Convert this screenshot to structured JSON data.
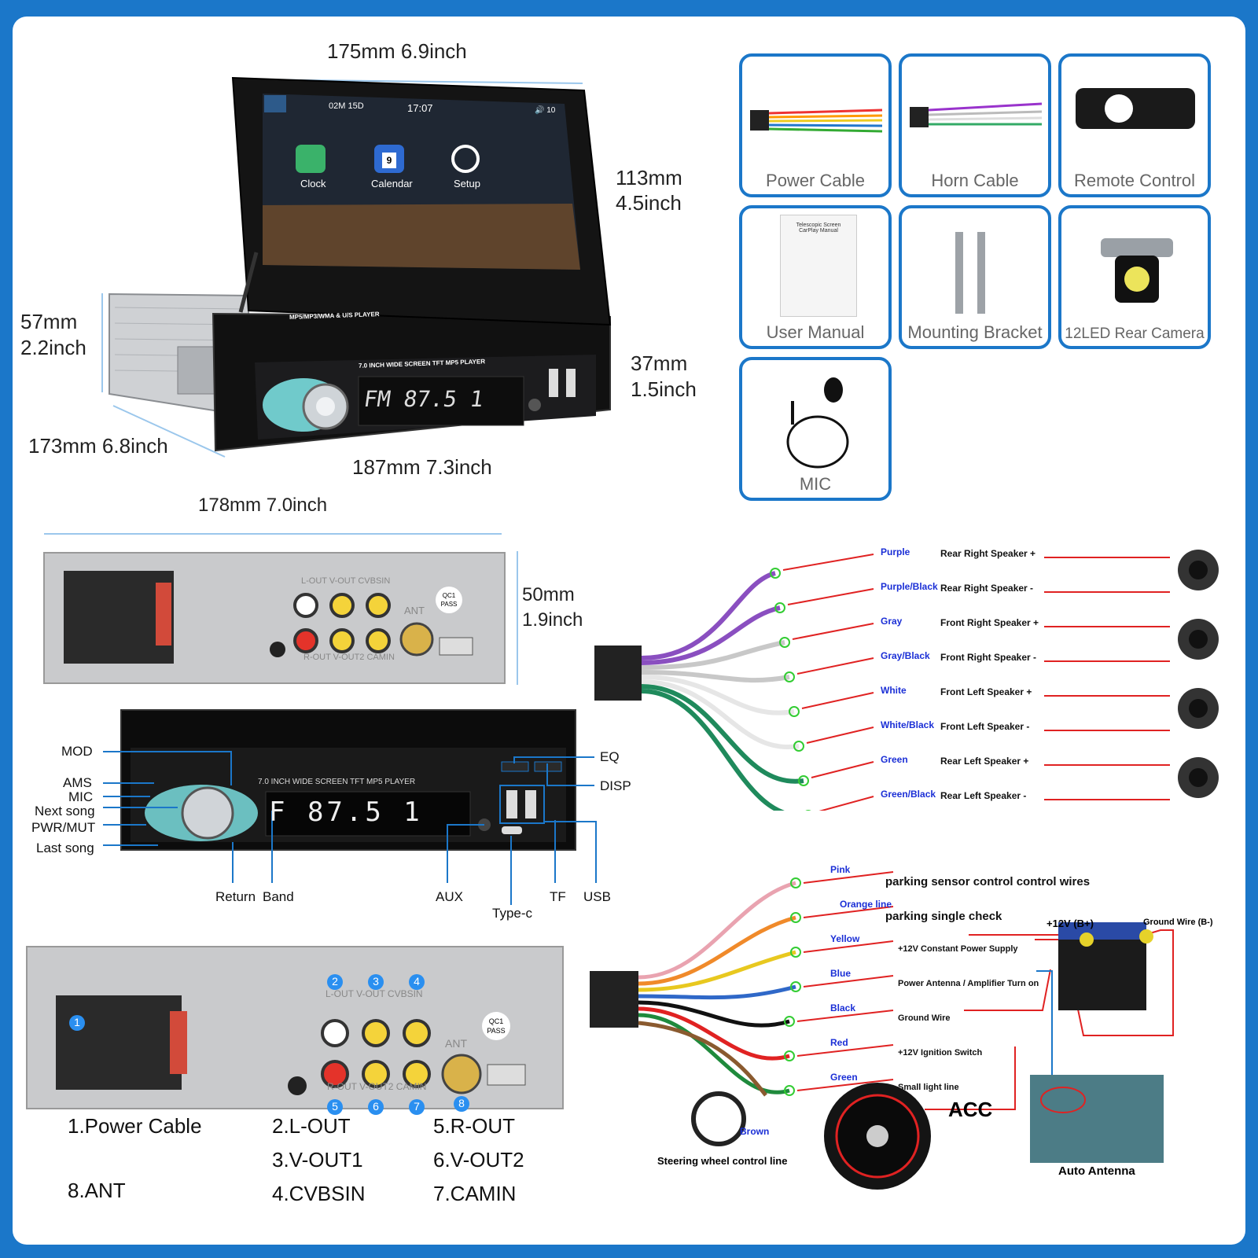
{
  "dimensions": {
    "width_top": "175mm 6.9inch",
    "height_screen_mm": "113mm",
    "height_screen_in": "4.5inch",
    "body_height_mm": "57mm",
    "body_height_in": "2.2inch",
    "face_height_mm": "37mm",
    "face_height_in": "1.5inch",
    "depth": "173mm 6.8inch",
    "face_width": "187mm 7.3inch",
    "rear_width": "178mm 7.0inch",
    "rear_height_mm": "50mm",
    "rear_height_in": "1.9inch"
  },
  "screen": {
    "date": "02M 15D",
    "time": "17:07",
    "volume": "10",
    "apps": [
      "Clock",
      "Calendar",
      "Setup"
    ],
    "calendar_day": "9",
    "player_label": "MP5/MP3/WMA & U/S PLAYER",
    "face_label": "7.0 INCH WIDE SCREEN TFT MP5 PLAYER",
    "radio_display": "FM 87.5  1"
  },
  "accessories": [
    "Power Cable",
    "Horn Cable",
    "Remote Control",
    "User Manual",
    "Mounting Bracket",
    "12LED Rear Camera",
    "MIC"
  ],
  "manual_text": "Telescopic Screen CarPlay Manual",
  "front_panel": {
    "face_label": "7.0 INCH WIDE SCREEN TFT MP5 PLAYER",
    "display": "F  87.5  1",
    "left_callouts": [
      "MOD",
      "AMS",
      "MIC",
      "Next song",
      "PWR/MUT",
      "Last song"
    ],
    "right_callouts": [
      "EQ",
      "DISP"
    ],
    "bottom_callouts": [
      "Return",
      "Band",
      "AUX",
      "Type-c",
      "TF",
      "USB"
    ]
  },
  "speaker_wires": [
    {
      "color": "Purple",
      "label": "Rear Right Speaker +",
      "hex": "#8a4fc0"
    },
    {
      "color": "Purple/Black",
      "label": "Rear Right Speaker -",
      "hex": "#8a4fc0"
    },
    {
      "color": "Gray",
      "label": "Front Right Speaker +",
      "hex": "#c8c8c8"
    },
    {
      "color": "Gray/Black",
      "label": "Front Right Speaker -",
      "hex": "#c8c8c8"
    },
    {
      "color": "White",
      "label": "Front Left Speaker +",
      "hex": "#e6e6e6"
    },
    {
      "color": "White/Black",
      "label": "Front Left Speaker -",
      "hex": "#e6e6e6"
    },
    {
      "color": "Green",
      "label": "Rear Left Speaker +",
      "hex": "#1f8a5c"
    },
    {
      "color": "Green/Black",
      "label": "Rear Left Speaker -",
      "hex": "#1f8a5c"
    }
  ],
  "power_wires": [
    {
      "color": "Pink",
      "label": "parking sensor control control wires",
      "hex": "#e9a3b0"
    },
    {
      "color": "Orange line",
      "label": "parking single check",
      "hex": "#f08a2a"
    },
    {
      "color": "Yellow",
      "label": "+12V Constant Power Supply",
      "hex": "#e8c81f"
    },
    {
      "color": "Blue",
      "label": "Power Antenna / Amplifier Turn on",
      "hex": "#2f68c8"
    },
    {
      "color": "Black",
      "label": "Ground Wire",
      "hex": "#111111"
    },
    {
      "color": "Red",
      "label": "+12V Ignition Switch",
      "hex": "#e02222"
    },
    {
      "color": "Green",
      "label": "Small light line",
      "hex": "#1f8a3c"
    },
    {
      "color": "Brown",
      "label": "Steering wheel control line",
      "hex": "#8a5a2f"
    }
  ],
  "battery": {
    "positive": "+12V (B+)",
    "ground": "Ground Wire (B-)"
  },
  "acc_label": "ACC",
  "antenna_label": "Auto Antenna",
  "rear_panel": {
    "port_labels_top": "L-OUT V-OUT CVBSIN",
    "port_labels_bottom": "R-OUT V-OUT2 CAMIN",
    "ant": "ANT",
    "qc": "QC1 PASS",
    "numbers": [
      "1",
      "2",
      "3",
      "4",
      "5",
      "6",
      "7",
      "8"
    ]
  },
  "legend": [
    "1.Power Cable",
    "2.L-OUT",
    "3.V-OUT1",
    "4.CVBSIN",
    "5.R-OUT",
    "6.V-OUT2",
    "7.CAMIN",
    "8.ANT"
  ],
  "colors": {
    "frame": "#1b77c9",
    "callout_line": "#1b77c9",
    "wire_label": "#1b2fd6",
    "arrow": "#e02222"
  }
}
